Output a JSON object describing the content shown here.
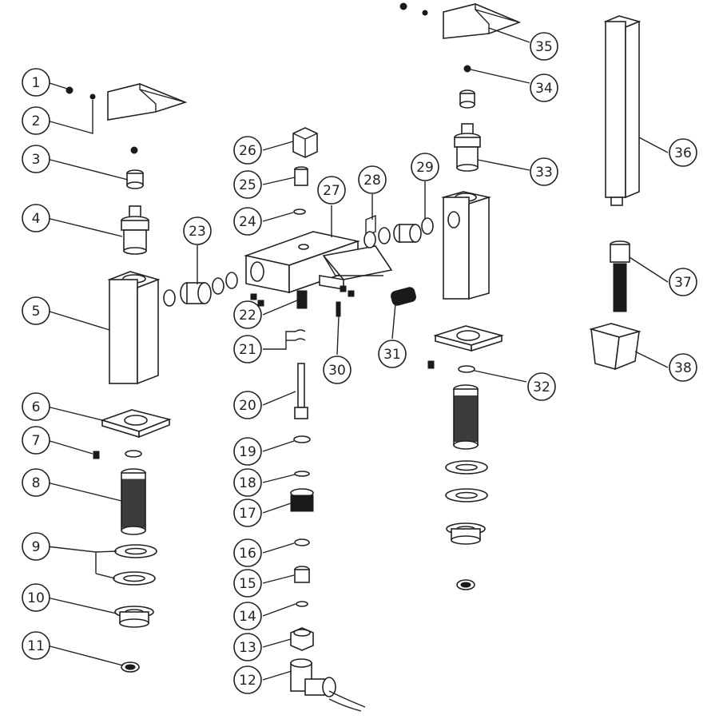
{
  "diagram": {
    "colors": {
      "ink": "#222222",
      "paper": "#ffffff"
    },
    "callouts": [
      {
        "id": "1",
        "label": "1"
      },
      {
        "id": "2",
        "label": "2"
      },
      {
        "id": "3",
        "label": "3"
      },
      {
        "id": "4",
        "label": "4"
      },
      {
        "id": "5",
        "label": "5"
      },
      {
        "id": "6",
        "label": "6"
      },
      {
        "id": "7",
        "label": "7"
      },
      {
        "id": "8",
        "label": "8"
      },
      {
        "id": "9",
        "label": "9"
      },
      {
        "id": "10",
        "label": "10"
      },
      {
        "id": "11",
        "label": "11"
      },
      {
        "id": "12",
        "label": "12"
      },
      {
        "id": "13",
        "label": "13"
      },
      {
        "id": "14",
        "label": "14"
      },
      {
        "id": "15",
        "label": "15"
      },
      {
        "id": "16",
        "label": "16"
      },
      {
        "id": "17",
        "label": "17"
      },
      {
        "id": "18",
        "label": "18"
      },
      {
        "id": "19",
        "label": "19"
      },
      {
        "id": "20",
        "label": "20"
      },
      {
        "id": "21",
        "label": "21"
      },
      {
        "id": "22",
        "label": "22"
      },
      {
        "id": "23",
        "label": "23"
      },
      {
        "id": "24",
        "label": "24"
      },
      {
        "id": "25",
        "label": "25"
      },
      {
        "id": "26",
        "label": "26"
      },
      {
        "id": "27",
        "label": "27"
      },
      {
        "id": "28",
        "label": "28"
      },
      {
        "id": "29",
        "label": "29"
      },
      {
        "id": "30",
        "label": "30"
      },
      {
        "id": "31",
        "label": "31"
      },
      {
        "id": "32",
        "label": "32"
      },
      {
        "id": "33",
        "label": "33"
      },
      {
        "id": "34",
        "label": "34"
      },
      {
        "id": "35",
        "label": "35"
      },
      {
        "id": "36",
        "label": "36"
      },
      {
        "id": "37",
        "label": "37"
      },
      {
        "id": "38",
        "label": "38"
      }
    ]
  }
}
